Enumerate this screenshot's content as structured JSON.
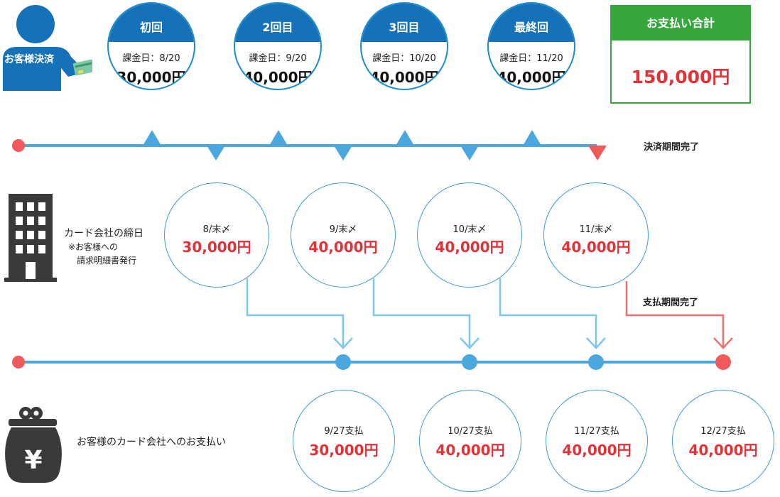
{
  "customer": {
    "label": "お客様決済"
  },
  "charges": [
    {
      "title": "初回",
      "date": "課金日：8/20",
      "amount": "30,000円"
    },
    {
      "title": "2回目",
      "date": "課金日：9/20",
      "amount": "40,000円"
    },
    {
      "title": "3回目",
      "date": "課金日：10/20",
      "amount": "40,000円"
    },
    {
      "title": "最終回",
      "date": "課金日：11/20",
      "amount": "40,000円"
    }
  ],
  "total": {
    "label": "お支払い合計",
    "amount": "150,000円"
  },
  "timeline1": {
    "end_label": "決済期間完了"
  },
  "company": {
    "line1": "カード会社の締日",
    "line2": "※お客様への",
    "line3": "請求明細書発行"
  },
  "closings": [
    {
      "label": "8/末〆",
      "amount": "30,000円"
    },
    {
      "label": "9/末〆",
      "amount": "40,000円"
    },
    {
      "label": "10/末〆",
      "amount": "40,000円"
    },
    {
      "label": "11/末〆",
      "amount": "40,000円"
    }
  ],
  "timeline2": {
    "end_label": "支払期間完了"
  },
  "payment_section": {
    "label": "お客様のカード会社へのお支払い"
  },
  "payments": [
    {
      "label": "9/27支払",
      "amount": "30,000円"
    },
    {
      "label": "10/27支払",
      "amount": "40,000円"
    },
    {
      "label": "11/27支払",
      "amount": "40,000円"
    },
    {
      "label": "12/27支払",
      "amount": "40,000円"
    }
  ],
  "colors": {
    "header_blue": "#1672b8",
    "line_blue": "#4aa8de",
    "accent_red": "#e33138",
    "total_green": "#37a73d",
    "icon_gray": "#3a3a3a"
  }
}
